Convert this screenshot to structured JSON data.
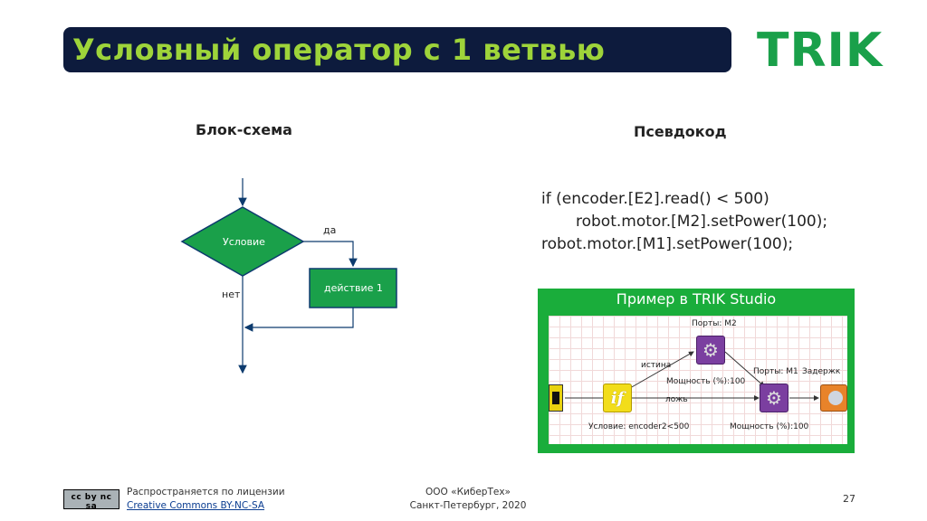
{
  "slide": {
    "title": "Условный оператор с 1 ветвью",
    "logo": "TRIK",
    "page_number": "27"
  },
  "flowchart": {
    "heading": "Блок-схема",
    "condition_label": "Условие",
    "yes_label": "да",
    "no_label": "нет",
    "action_label": "действие 1"
  },
  "pseudocode": {
    "heading": "Псевдокод",
    "line1": "if (encoder.[E2].read() < 500)",
    "line2": "robot.motor.[M2].setPower(100);",
    "line3": "robot.motor.[M1].setPower(100);"
  },
  "example": {
    "title": "Пример в TRIK Studio",
    "ports_m2": "Порты: M2",
    "true_label": "истина",
    "power_top": "Мощность (%):100",
    "false_label": "ложь",
    "ports_m1": "Порты: M1",
    "delay_label": "Задержк",
    "condition_text": "Условие:  encoder2<500",
    "power_bottom": "Мощность (%):100",
    "if_glyph": "if"
  },
  "footer": {
    "license_text": "Распространяется по лицензии",
    "license_link": "Creative Commons BY-NC-SA",
    "org_line1": "ООО «КиберТех»",
    "org_line2": "Санкт-Петербург, 2020",
    "cc_badge_text": "cc by nc sa"
  },
  "colors": {
    "title_bg": "#0d1b3d",
    "title_text": "#9ed43a",
    "logo": "#1aa04a",
    "flow_fill": "#1aa04a",
    "flow_stroke": "#0d3b6e",
    "example_bg": "#1aad3b"
  }
}
